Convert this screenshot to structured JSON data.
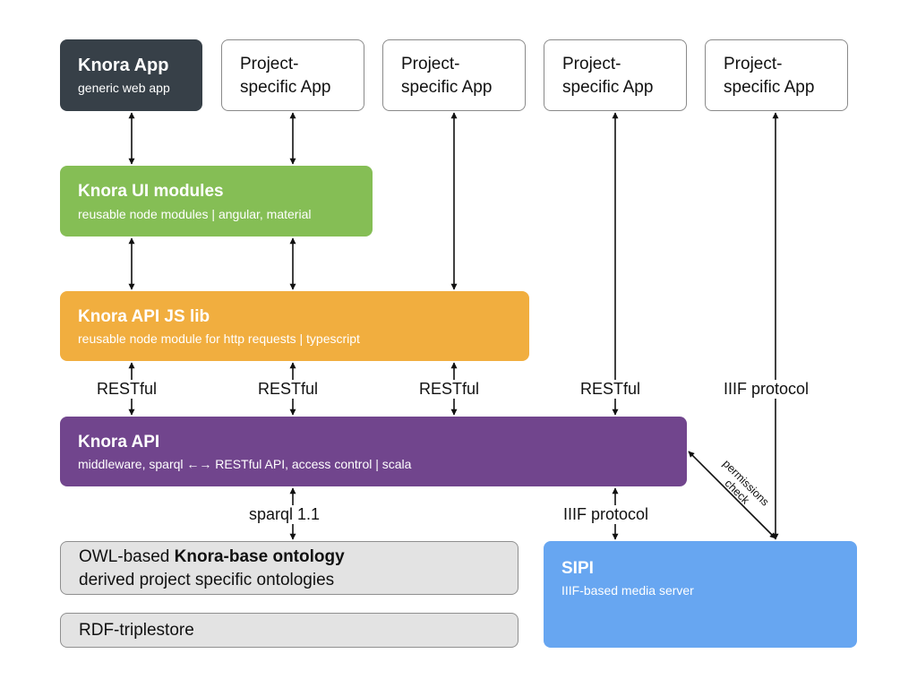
{
  "knora_app": {
    "title": "Knora App",
    "subtitle": "generic web app"
  },
  "project_apps": [
    {
      "line1": "Project-",
      "line2": "specific App"
    },
    {
      "line1": "Project-",
      "line2": "specific App"
    },
    {
      "line1": "Project-",
      "line2": "specific App"
    },
    {
      "line1": "Project-",
      "line2": "specific App"
    }
  ],
  "ui_modules": {
    "title": "Knora UI modules",
    "subtitle": "reusable node modules | angular, material"
  },
  "js_lib": {
    "title": "Knora API JS lib",
    "subtitle": "reusable node module for http requests | typescript"
  },
  "api": {
    "title": "Knora API",
    "subtitle": "middleware, sparql ←→ RESTful API, access control | scala"
  },
  "ontology": {
    "prefix": "OWL-based ",
    "bold": "Knora-base ontology",
    "line2": "derived project specific ontologies"
  },
  "triplestore": {
    "label": "RDF-triplestore"
  },
  "sipi": {
    "title": "SIPI",
    "subtitle": "IIIF-based media server"
  },
  "edge_labels": {
    "restful_1": "RESTful",
    "restful_2": "RESTful",
    "restful_3": "RESTful",
    "restful_4": "RESTful",
    "iiif_top": "IIIF protocol",
    "sparql": "sparql 1.1",
    "iiif_bottom": "IIIF protocol",
    "permissions": "permissions",
    "check": "check"
  },
  "colors": {
    "knora_app": "#374048",
    "ui_modules": "#85be55",
    "js_lib": "#f1ae3f",
    "api": "#71458d",
    "sipi": "#67a6f1",
    "storage": "#e3e3e3"
  }
}
